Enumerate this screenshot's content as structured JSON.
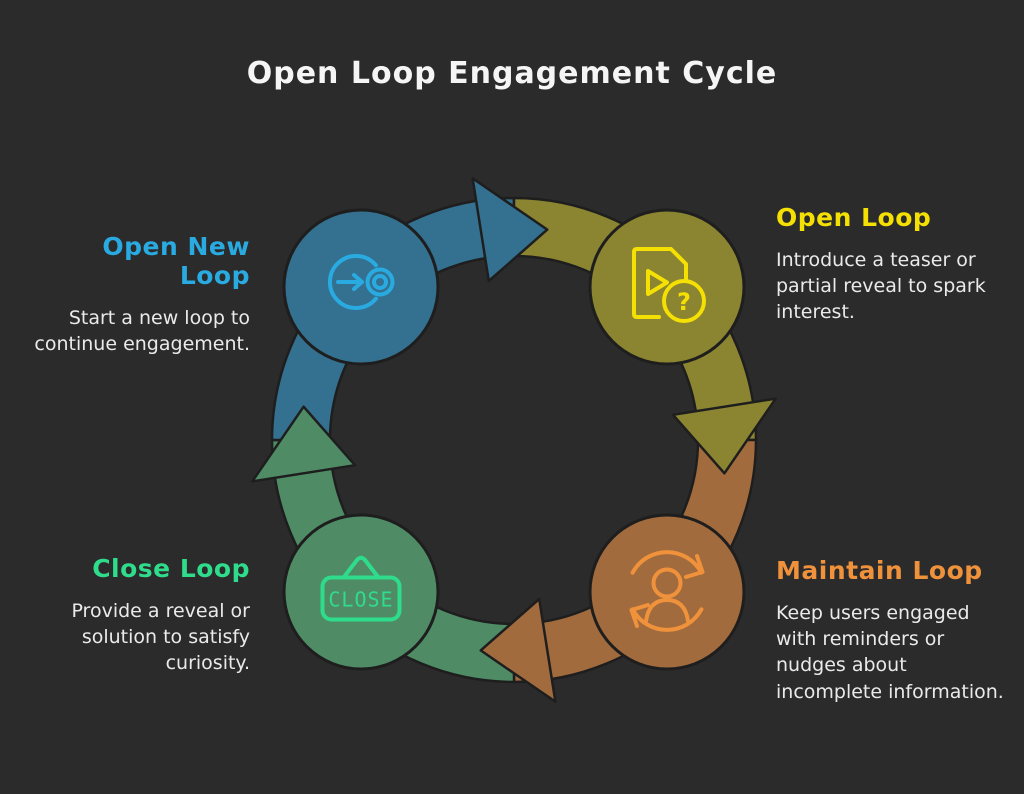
{
  "title": "Open Loop Engagement Cycle",
  "diagram_type": "circular-cycle",
  "flow_order": [
    "open-new-loop",
    "open-loop",
    "maintain-loop",
    "close-loop"
  ],
  "nodes": [
    {
      "id": "open-new-loop",
      "label": "Open New Loop",
      "description": "Start a new loop to continue engagement.",
      "position": "top-left",
      "heading_color": "#29ABE2",
      "circle_fill": "#34708F",
      "icon_color": "#29ABE2",
      "icon": "arrow-into-loop-icon"
    },
    {
      "id": "open-loop",
      "label": "Open Loop",
      "description": "Introduce a teaser or partial reveal to spark interest.",
      "position": "top-right",
      "heading_color": "#F5E003",
      "circle_fill": "#8B8430",
      "icon_color": "#F5E003",
      "icon": "teaser-document-icon",
      "icon_text": "?"
    },
    {
      "id": "maintain-loop",
      "label": "Maintain Loop",
      "description": "Keep users engaged with reminders or nudges about incomplete information.",
      "position": "bottom-right",
      "heading_color": "#F0923B",
      "circle_fill": "#A26B3D",
      "icon_color": "#F0923B",
      "icon": "user-refresh-icon"
    },
    {
      "id": "close-loop",
      "label": "Close Loop",
      "description": "Provide a reveal or solution to satisfy curiosity.",
      "position": "bottom-left",
      "heading_color": "#2FDC8C",
      "circle_fill": "#4F8C66",
      "icon_color": "#2FDC8C",
      "icon": "close-sign-icon",
      "icon_text": "CLOSE"
    }
  ],
  "colors": {
    "background": "#2B2B2B",
    "title_text": "#F5F5F5",
    "body_text": "#EAEAEA",
    "outline": "#1E1E1E",
    "arc_blue": "#34708F",
    "arc_olive": "#8B8430",
    "arc_brown": "#A26B3D",
    "arc_green": "#4F8C66"
  }
}
